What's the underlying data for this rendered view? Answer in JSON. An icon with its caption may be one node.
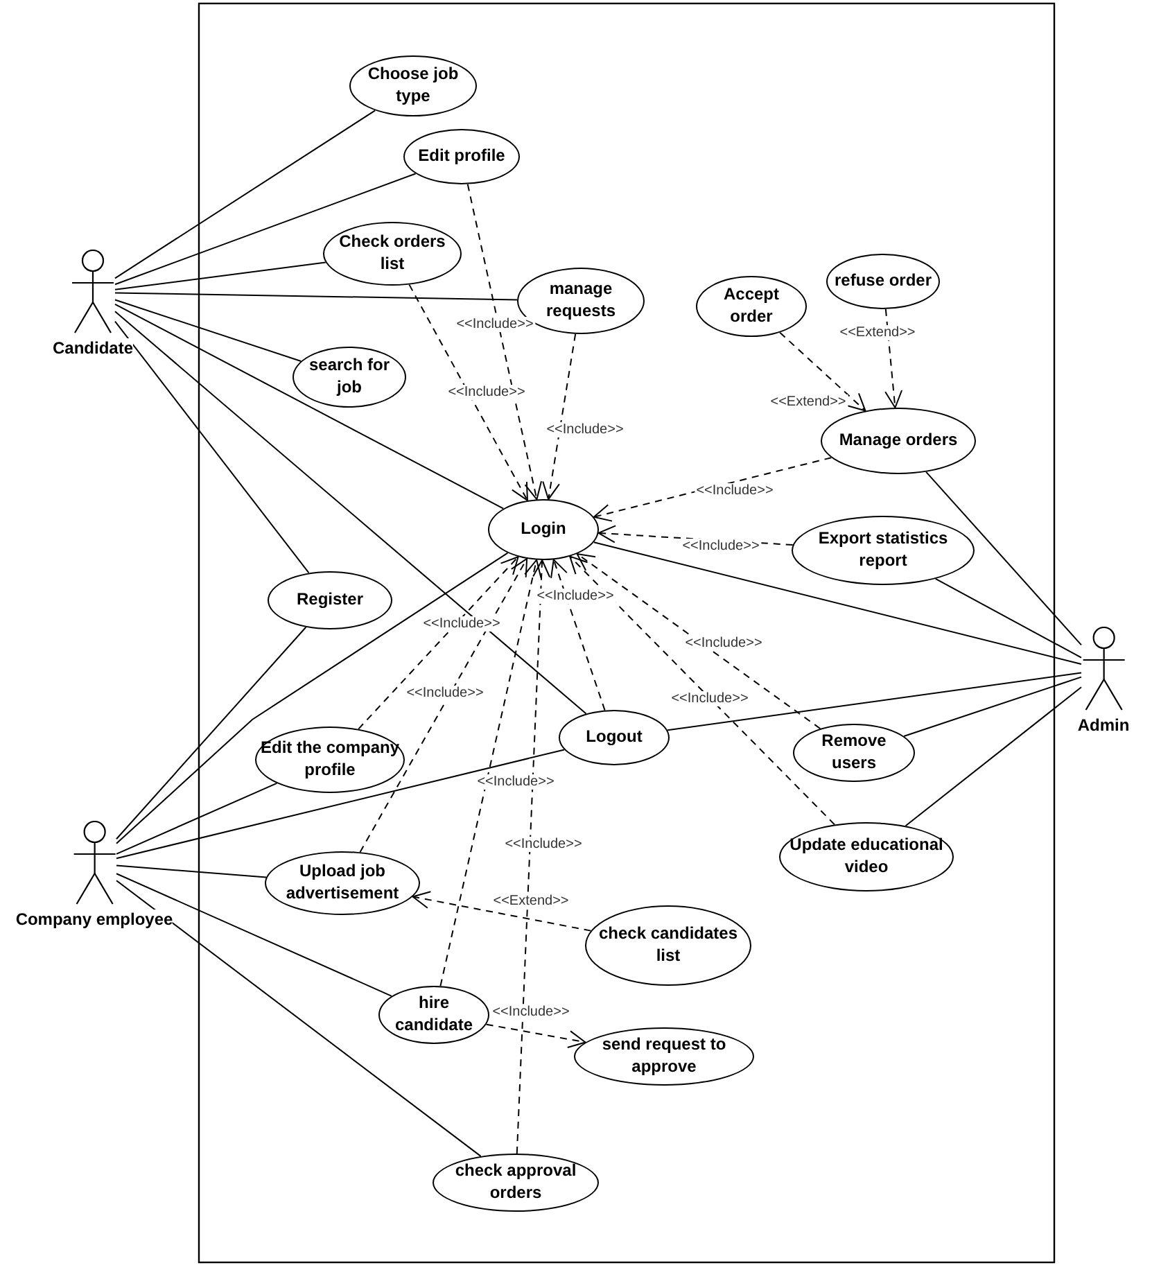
{
  "diagram": {
    "nodes": [
      {
        "text": [
          "Candidate"
        ]
      },
      {
        "text": [
          "Choose job type"
        ]
      },
      {
        "text": [
          "Edit profile"
        ]
      },
      {
        "text": [
          "Check orders list"
        ]
      },
      {
        "text": [
          "manage requests"
        ]
      },
      {
        "text": [
          "search for job"
        ]
      },
      {
        "text": [
          "Accept order"
        ]
      },
      {
        "text": [
          "refuse order"
        ]
      },
      {
        "text": [
          "Manage orders"
        ]
      },
      {
        "text": [
          "Login"
        ]
      },
      {
        "text": [
          "Export statistics report"
        ]
      },
      {
        "text": [
          "Register"
        ]
      },
      {
        "text": [
          "Edit the company profile"
        ]
      },
      {
        "text": [
          "Logout"
        ]
      },
      {
        "text": [
          "Remove users"
        ]
      },
      {
        "text": [
          "Upload job advertisement"
        ]
      },
      {
        "text": [
          "Update educational video"
        ]
      },
      {
        "text": [
          "check candidates list"
        ]
      },
      {
        "text": [
          "hire candidate"
        ]
      },
      {
        "text": [
          "send request to approve"
        ]
      },
      {
        "text": [
          "check approval orders"
        ]
      },
      {
        "text": [
          "Company employee"
        ]
      },
      {
        "text": [
          "Admin"
        ]
      }
    ],
    "edges": [
      {
        "from": 0,
        "to": 1,
        "arrow": "none"
      },
      {
        "from": 0,
        "to": 2,
        "arrow": "none"
      },
      {
        "from": 0,
        "to": 3,
        "arrow": "none"
      },
      {
        "from": 0,
        "to": 4,
        "arrow": "none"
      },
      {
        "from": 0,
        "to": 5,
        "arrow": "none"
      },
      {
        "from": 0,
        "to": 9,
        "arrow": "none"
      },
      {
        "from": 0,
        "to": 11,
        "arrow": "none"
      },
      {
        "from": 0,
        "to": 13,
        "arrow": "none"
      },
      {
        "from": 21,
        "to": 9,
        "arrow": "none"
      },
      {
        "from": 21,
        "to": 11,
        "arrow": "none"
      },
      {
        "from": 21,
        "to": 12,
        "arrow": "none"
      },
      {
        "from": 21,
        "to": 13,
        "arrow": "none"
      },
      {
        "from": 21,
        "to": 15,
        "arrow": "none"
      },
      {
        "from": 21,
        "to": 18,
        "arrow": "none"
      },
      {
        "from": 21,
        "to": 20,
        "arrow": "none"
      },
      {
        "from": 22,
        "to": 8,
        "arrow": "none"
      },
      {
        "from": 22,
        "to": 10,
        "arrow": "none"
      },
      {
        "from": 22,
        "to": 9,
        "arrow": "none"
      },
      {
        "from": 22,
        "to": 13,
        "arrow": "none"
      },
      {
        "from": 22,
        "to": 14,
        "arrow": "none"
      },
      {
        "from": 22,
        "to": 16,
        "arrow": "none"
      },
      {
        "from": 2,
        "to": 9,
        "arrow": "to",
        "style": "dashed",
        "label": "<<Include>>"
      },
      {
        "from": 3,
        "to": 9,
        "arrow": "to",
        "style": "dashed",
        "label": "<<Include>>"
      },
      {
        "from": 4,
        "to": 9,
        "arrow": "to",
        "style": "dashed",
        "label": "<<Include>>"
      },
      {
        "from": 8,
        "to": 9,
        "arrow": "to",
        "style": "dashed",
        "label": "<<Include>>"
      },
      {
        "from": 10,
        "to": 9,
        "arrow": "to",
        "style": "dashed",
        "label": "<<Include>>"
      },
      {
        "from": 13,
        "to": 9,
        "arrow": "to",
        "style": "dashed",
        "label": "<<Include>>"
      },
      {
        "from": 12,
        "to": 9,
        "arrow": "to",
        "style": "dashed",
        "label": "<<Include>>"
      },
      {
        "from": 15,
        "to": 9,
        "arrow": "to",
        "style": "dashed",
        "label": "<<Include>>"
      },
      {
        "from": 18,
        "to": 9,
        "arrow": "to",
        "style": "dashed",
        "label": "<<Include>>"
      },
      {
        "from": 20,
        "to": 9,
        "arrow": "to",
        "style": "dashed",
        "label": "<<Include>>"
      },
      {
        "from": 14,
        "to": 9,
        "arrow": "to",
        "style": "dashed",
        "label": "<<Include>>"
      },
      {
        "from": 16,
        "to": 9,
        "arrow": "to",
        "style": "dashed",
        "label": "<<Include>>"
      },
      {
        "from": 6,
        "to": 8,
        "arrow": "to",
        "style": "dashed",
        "label": "<<Extend>>"
      },
      {
        "from": 7,
        "to": 8,
        "arrow": "to",
        "style": "dashed",
        "label": "<<Extend>>"
      },
      {
        "from": 17,
        "to": 15,
        "arrow": "to",
        "style": "dashed",
        "label": "<<Extend>>"
      },
      {
        "from": 18,
        "to": 19,
        "arrow": "to",
        "style": "dashed",
        "label": "<<Include>>"
      }
    ]
  }
}
